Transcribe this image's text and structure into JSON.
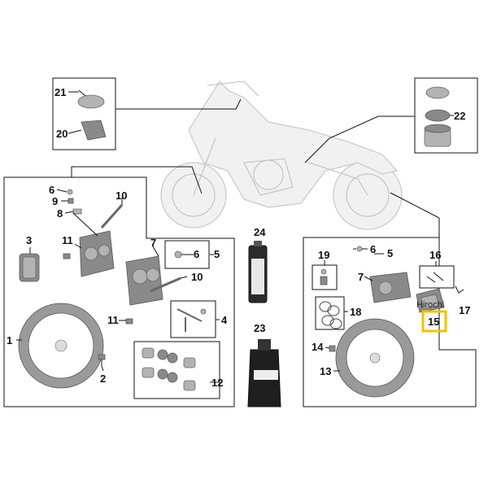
{
  "diagram": {
    "callouts": [
      "21",
      "20",
      "22",
      "6",
      "9",
      "8",
      "10",
      "3",
      "11",
      "7",
      "6",
      "5",
      "10",
      "11",
      "4",
      "1",
      "2",
      "12",
      "24",
      "23",
      "19",
      "6",
      "5",
      "7",
      "16",
      "18",
      "17",
      "15",
      "14",
      "13"
    ],
    "highlight_color": "#f2c200",
    "watermark": "Hirochi"
  }
}
